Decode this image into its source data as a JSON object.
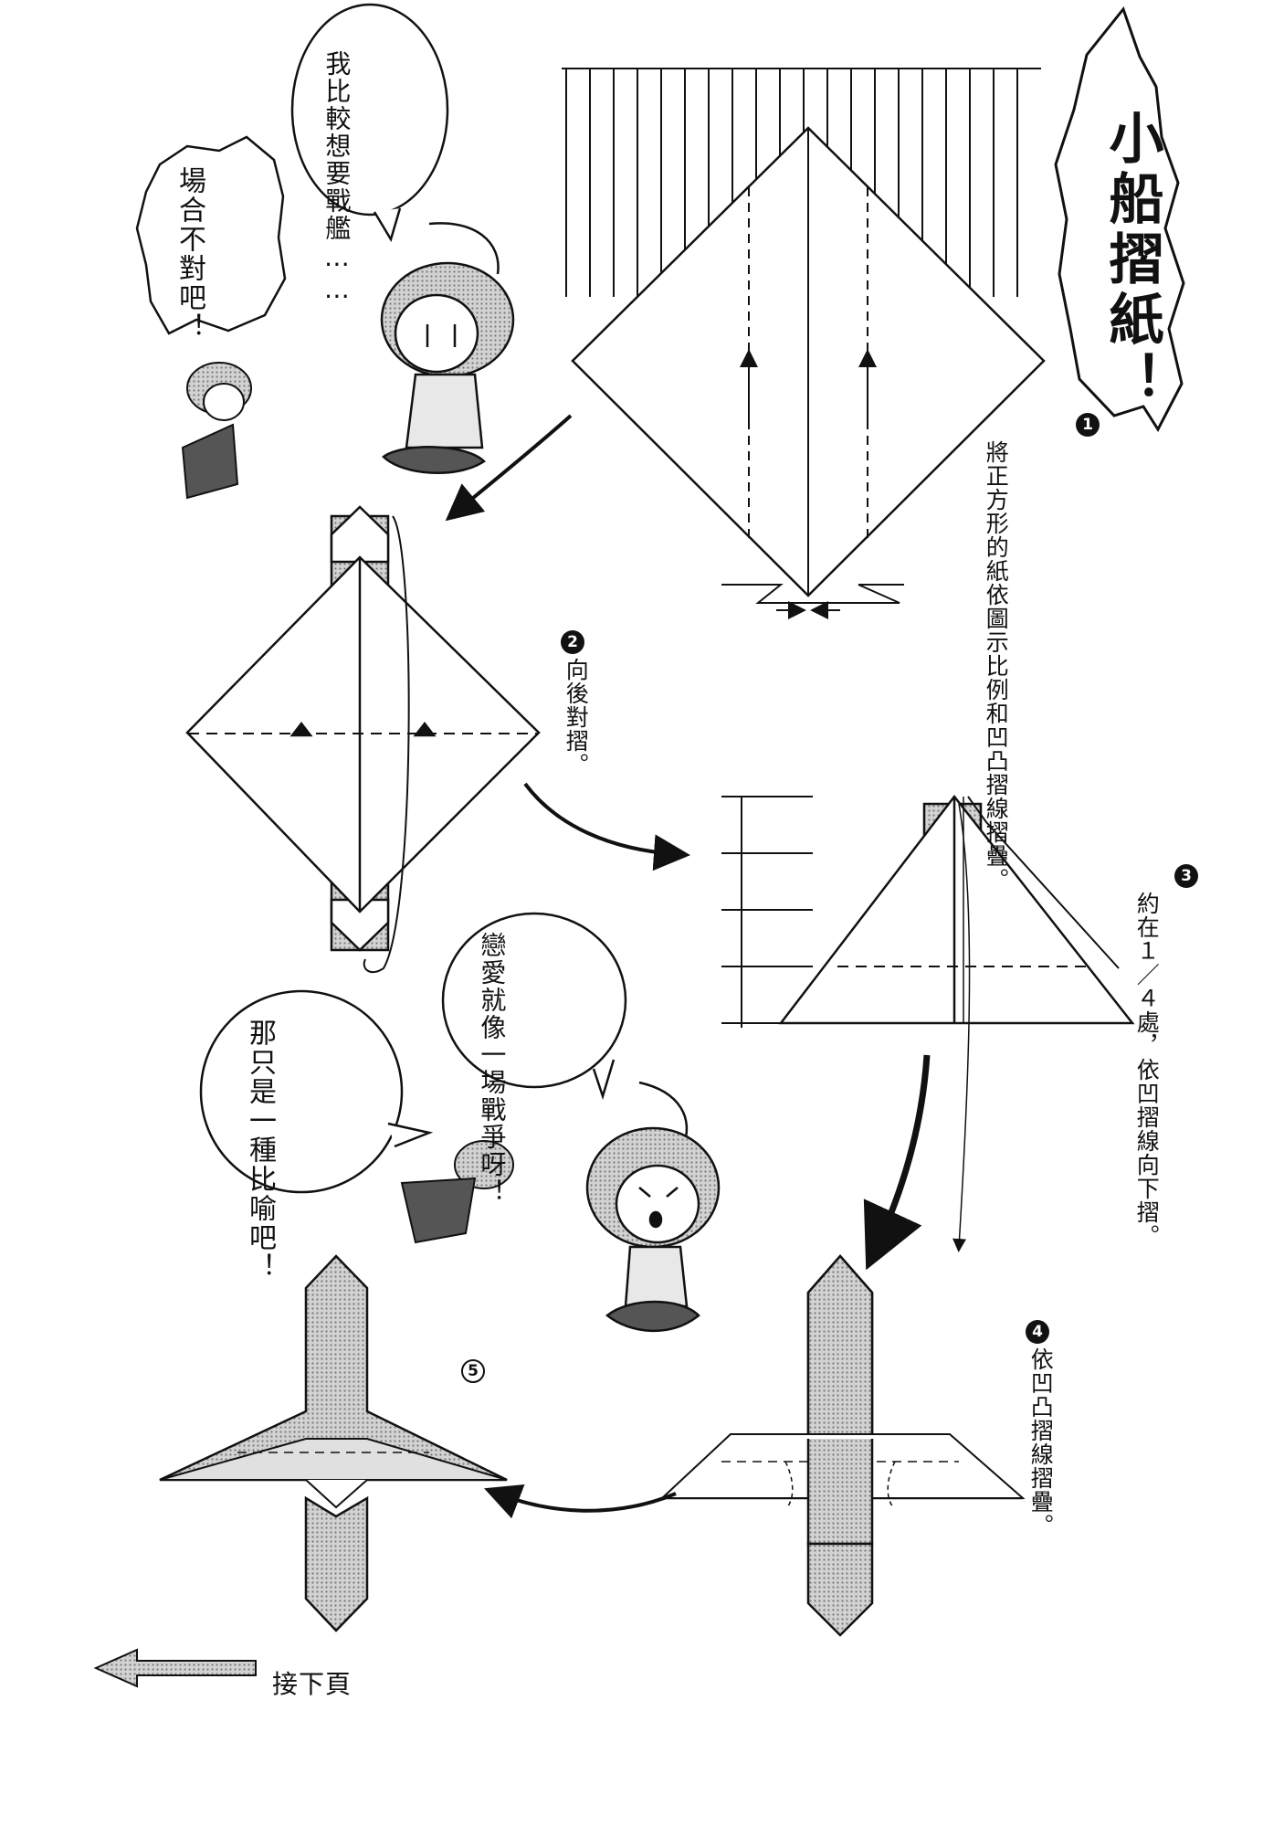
{
  "title": "小船摺紙！",
  "steps": [
    {
      "number": "1",
      "text": "將正方形的紙依圖示比例和凹凸摺線摺疊。"
    },
    {
      "number": "2",
      "text": "向後對摺。"
    },
    {
      "number": "3",
      "text": "約在１／４處，依凹摺線向下摺。"
    },
    {
      "number": "4",
      "text": "依凹凸摺線摺疊。"
    },
    {
      "number": "5",
      "text": ""
    }
  ],
  "speech": {
    "battleship": "我比較想要戰艦……",
    "wrong_place": "場合不對吧！",
    "love_war": "戀愛就像一場戰爭呀！",
    "metaphor": "那只是一種比喻吧！"
  },
  "footer": {
    "next_page": "接下頁"
  },
  "colors": {
    "ink": "#111111",
    "screen_tone": "#bdbdbd",
    "paper": "#ffffff"
  }
}
